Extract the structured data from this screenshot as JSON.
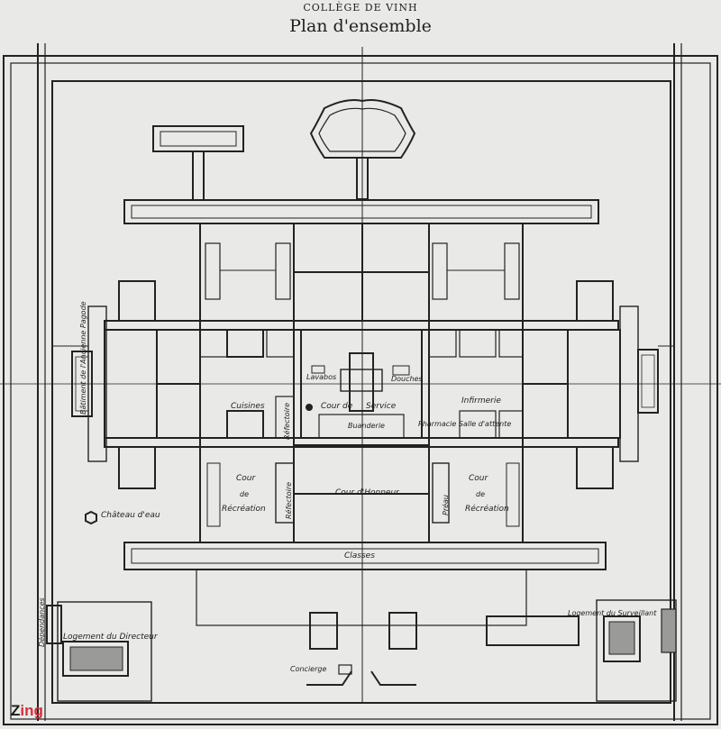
{
  "header": {
    "line1": "COLLÈGE DE VINH",
    "line2": "Plan d'ensemble"
  },
  "labels": {
    "batiment": "Bâtiment de l'Ancienne Pagode",
    "cuisines": "Cuisines",
    "refectoire": "Réfectoire",
    "cour_service_1": "Cour de",
    "cour_service_2": "Service",
    "infirmerie": "Infirmerie",
    "lavabos": "Lavabos",
    "douches": "Douches",
    "buanderie": "Buanderie",
    "pharmacie": "Pharmacie Salle d'attente",
    "cour_recreation_1": "Cour",
    "cour_recreation_2": "de",
    "cour_recreation_3": "Récréation",
    "cour_honneur": "Cour d'Honneur",
    "preau": "Préau",
    "refectoire_2": "Réfectoire",
    "chateau_eau": "Château d'eau",
    "classes": "Classes",
    "logement_directeur": "Logement du Directeur",
    "logement_surveillant": "Logement du Surveillant",
    "concierge": "Concierge",
    "dependances": "Dépendances"
  },
  "logo": {
    "text_main": "Z",
    "text_rest": "ing"
  },
  "colors": {
    "paper": "#e9e9e7",
    "ink": "#1f1f1f",
    "shade": "#9a9a98",
    "logo_accent": "#d22f3c"
  }
}
